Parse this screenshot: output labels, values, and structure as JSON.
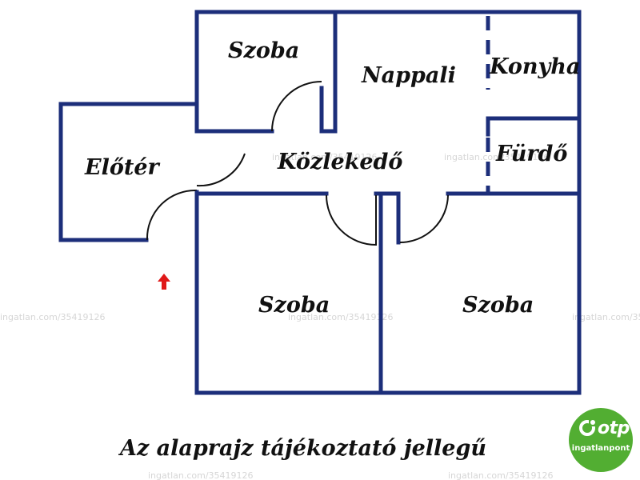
{
  "rooms": {
    "szoba_top": "Szoba",
    "nappali": "Nappali",
    "konyha": "Konyha",
    "eloter": "Előtér",
    "kozlekedo": "Közlekedő",
    "furdo": "Fürdő",
    "szoba_bottom_left": "Szoba",
    "szoba_bottom_right": "Szoba"
  },
  "caption": "Az alaprajz tájékoztató jellegű",
  "watermark": "ingatlan.com/35419126",
  "logo": {
    "brand": "otp",
    "sub": "ingatlanpont"
  },
  "colors": {
    "wall": "#1c2e7a",
    "door_arc": "#111111",
    "entry_arrow": "#e01818",
    "logo_green": "#52ae32"
  },
  "icons": {
    "entry": "red-up-arrow-icon",
    "logo": "otp-logo-icon"
  }
}
